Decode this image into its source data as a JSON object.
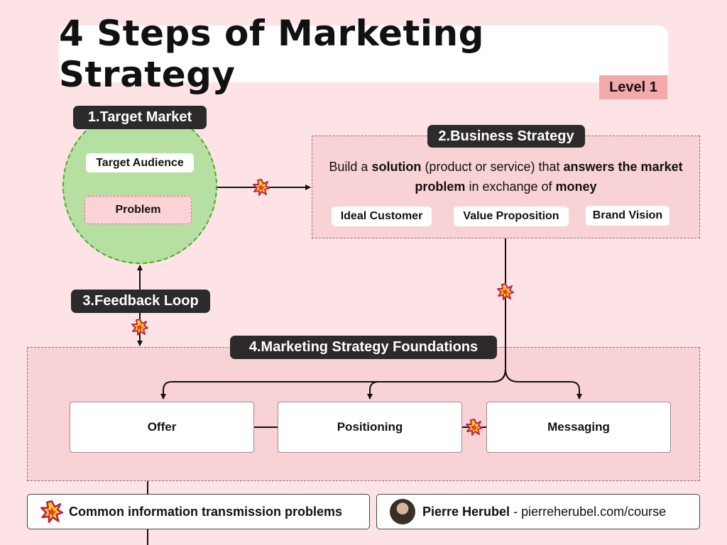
{
  "title": "4 Steps of Marketing Strategy",
  "level": "Level 1",
  "step1": {
    "label": "1.Target Market",
    "audience": "Target Audience",
    "problem": "Problem"
  },
  "step2": {
    "label": "2.Business Strategy",
    "desc": [
      {
        "t": "Build a ",
        "b": false
      },
      {
        "t": "solution",
        "b": true
      },
      {
        "t": " (product or service) that ",
        "b": false
      },
      {
        "t": "answers the market problem",
        "b": true
      },
      {
        "t": " in exchange of ",
        "b": false
      },
      {
        "t": "money",
        "b": true
      }
    ],
    "pills": [
      "Ideal Customer",
      "Value Proposition",
      "Brand Vision"
    ]
  },
  "step3": {
    "label": "3.Feedback Loop"
  },
  "step4": {
    "label": "4.Marketing Strategy Foundations",
    "cards": [
      "Offer",
      "Positioning",
      "Messaging"
    ]
  },
  "footer": {
    "legend": "Common information transmission problems",
    "author_name": "Pierre Herubel",
    "author_sep": " - ",
    "author_url": "pierreherubel.com/course"
  },
  "colors": {
    "background": "#fde3e5",
    "circle_fill": "#b6e0a2",
    "circle_border": "#4ea62b",
    "box_fill": "#f9d2d6",
    "badge": "#f4a9ab",
    "dark_label": "#2d2a2b",
    "problem_border": "#ea6b7d"
  },
  "icons": {
    "problem_marker": "explosion-icon"
  }
}
